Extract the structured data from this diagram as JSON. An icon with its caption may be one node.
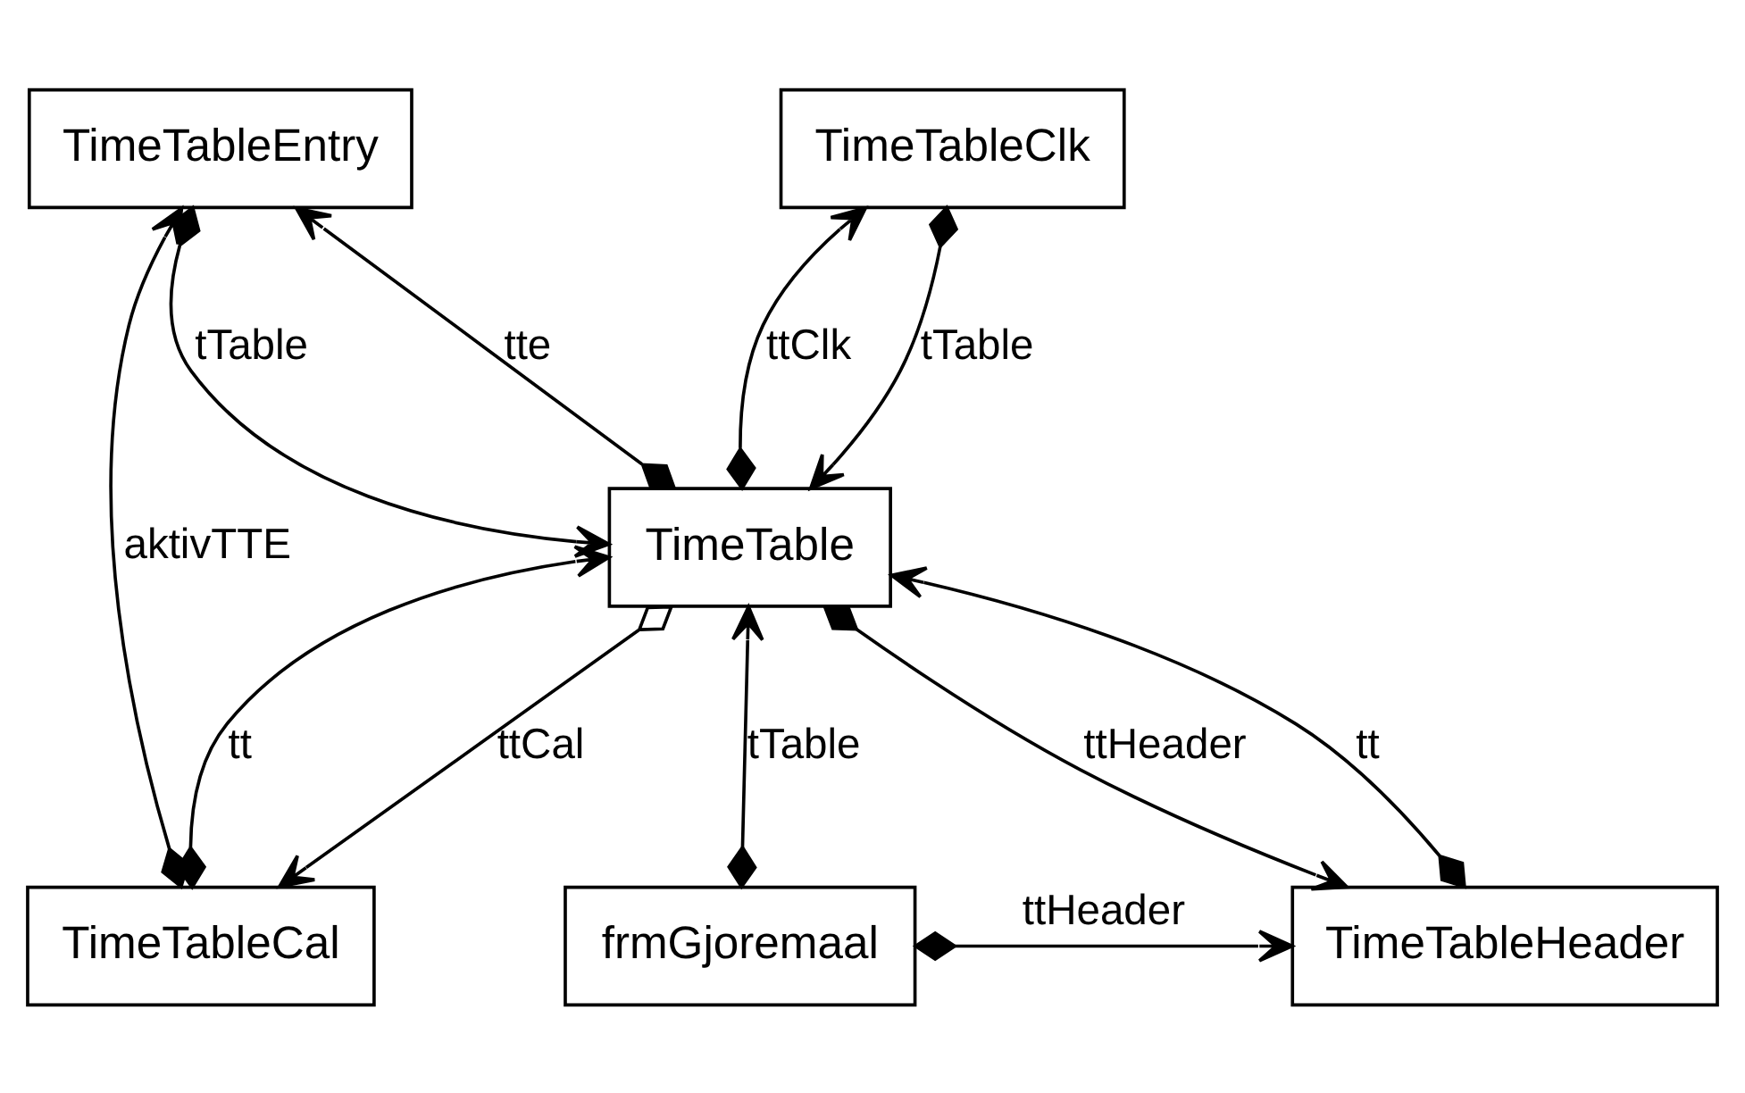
{
  "diagram": {
    "nodes": [
      {
        "text": [
          "TimeTableEntry"
        ]
      },
      {
        "text": [
          "TimeTableClk"
        ]
      },
      {
        "text": [
          "TimeTable"
        ]
      },
      {
        "text": [
          "TimeTableCal"
        ]
      },
      {
        "text": [
          "TimeTableHeader"
        ]
      },
      {
        "text": [
          "frmGjoremaal"
        ]
      }
    ],
    "edges": [
      {
        "from": 0,
        "to": 2,
        "arrow": "to",
        "label": "tTable"
      },
      {
        "from": 2,
        "to": 0,
        "arrow": "to",
        "label": "tte"
      },
      {
        "from": 1,
        "to": 2,
        "arrow": "to",
        "label": "tTable"
      },
      {
        "from": 2,
        "to": 1,
        "arrow": "to",
        "label": "ttClk"
      },
      {
        "from": 3,
        "to": 0,
        "arrow": "to",
        "label": "aktivTTE"
      },
      {
        "from": 3,
        "to": 2,
        "arrow": "to",
        "label": "tt"
      },
      {
        "from": 2,
        "to": 3,
        "arrow": "to",
        "label": "ttCal"
      },
      {
        "from": 4,
        "to": 2,
        "arrow": "to",
        "label": "tt"
      },
      {
        "from": 2,
        "to": 4,
        "arrow": "to",
        "label": "ttHeader"
      },
      {
        "from": 5,
        "to": 2,
        "arrow": "to",
        "label": "tTable"
      },
      {
        "from": 5,
        "to": 4,
        "arrow": "to",
        "label": "ttHeader"
      }
    ]
  }
}
